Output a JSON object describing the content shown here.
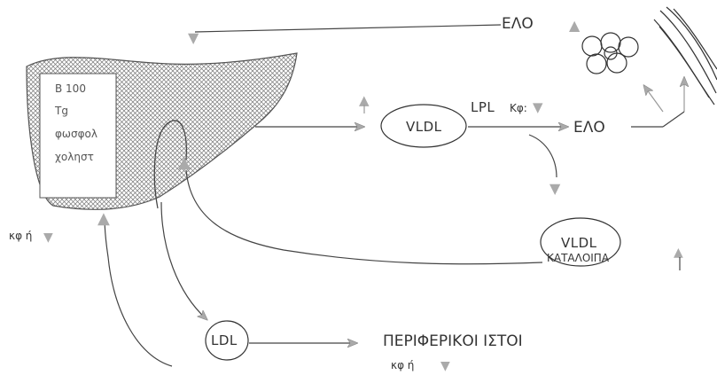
{
  "liver": {
    "lines": [
      "B 100",
      "Tg",
      "φωσφολ",
      "χοληστ"
    ]
  },
  "labels": {
    "elo_top": "ΕΛΟ",
    "elo_right": "ΕΛΟ",
    "lpl": "LPL",
    "kf_lpl": "Κφ:",
    "vldl": "VLDL",
    "vldl_remnant_top": "VLDL",
    "vldl_remnant_bottom": "ΚΑΤΑΛΟΙΠΑ",
    "ldl": "LDL",
    "peripheral": "ΠΕΡΙΦΕΡΙΚΟΙ ΙΣΤΟΙ",
    "kf_left": "κφ ή",
    "kf_bottom": "κφ ή"
  },
  "icons": [
    "adipocyte-cluster",
    "muscle-fibers",
    "arrow-up",
    "arrow-down"
  ]
}
